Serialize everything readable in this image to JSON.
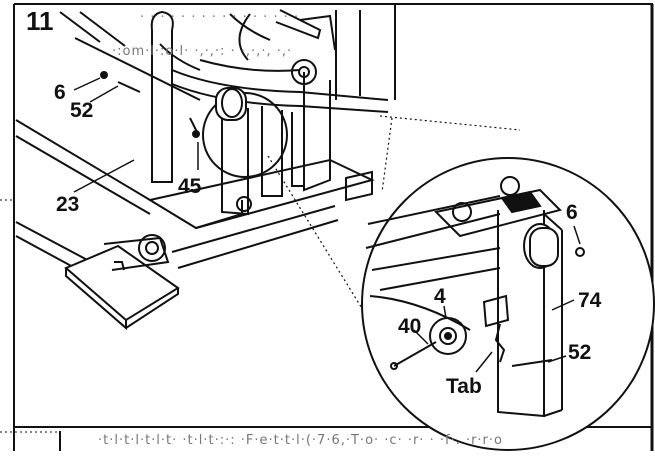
{
  "step": {
    "number": "11"
  },
  "header_text": [
    "· ·  · · · · · ·  · · · · ·  · · ·",
    "·:om·l·:o·l· ·,·,·: ·  ·,·,·, ·,·"
  ],
  "labels": {
    "part_6_left": "6",
    "part_52_left": "52",
    "part_45": "45",
    "part_23": "23",
    "part_6_detail": "6",
    "part_74": "74",
    "part_4": "4",
    "part_40": "40",
    "part_52_detail": "52",
    "tab": "Tab"
  },
  "footer_text": "·t·l·t·l·t·l·t·  ·t·l·t·:·: ·F·e·t·t·l·(·7·6,·T·o·  ·c· ·r· · ·f·. ·r·r·o"
}
